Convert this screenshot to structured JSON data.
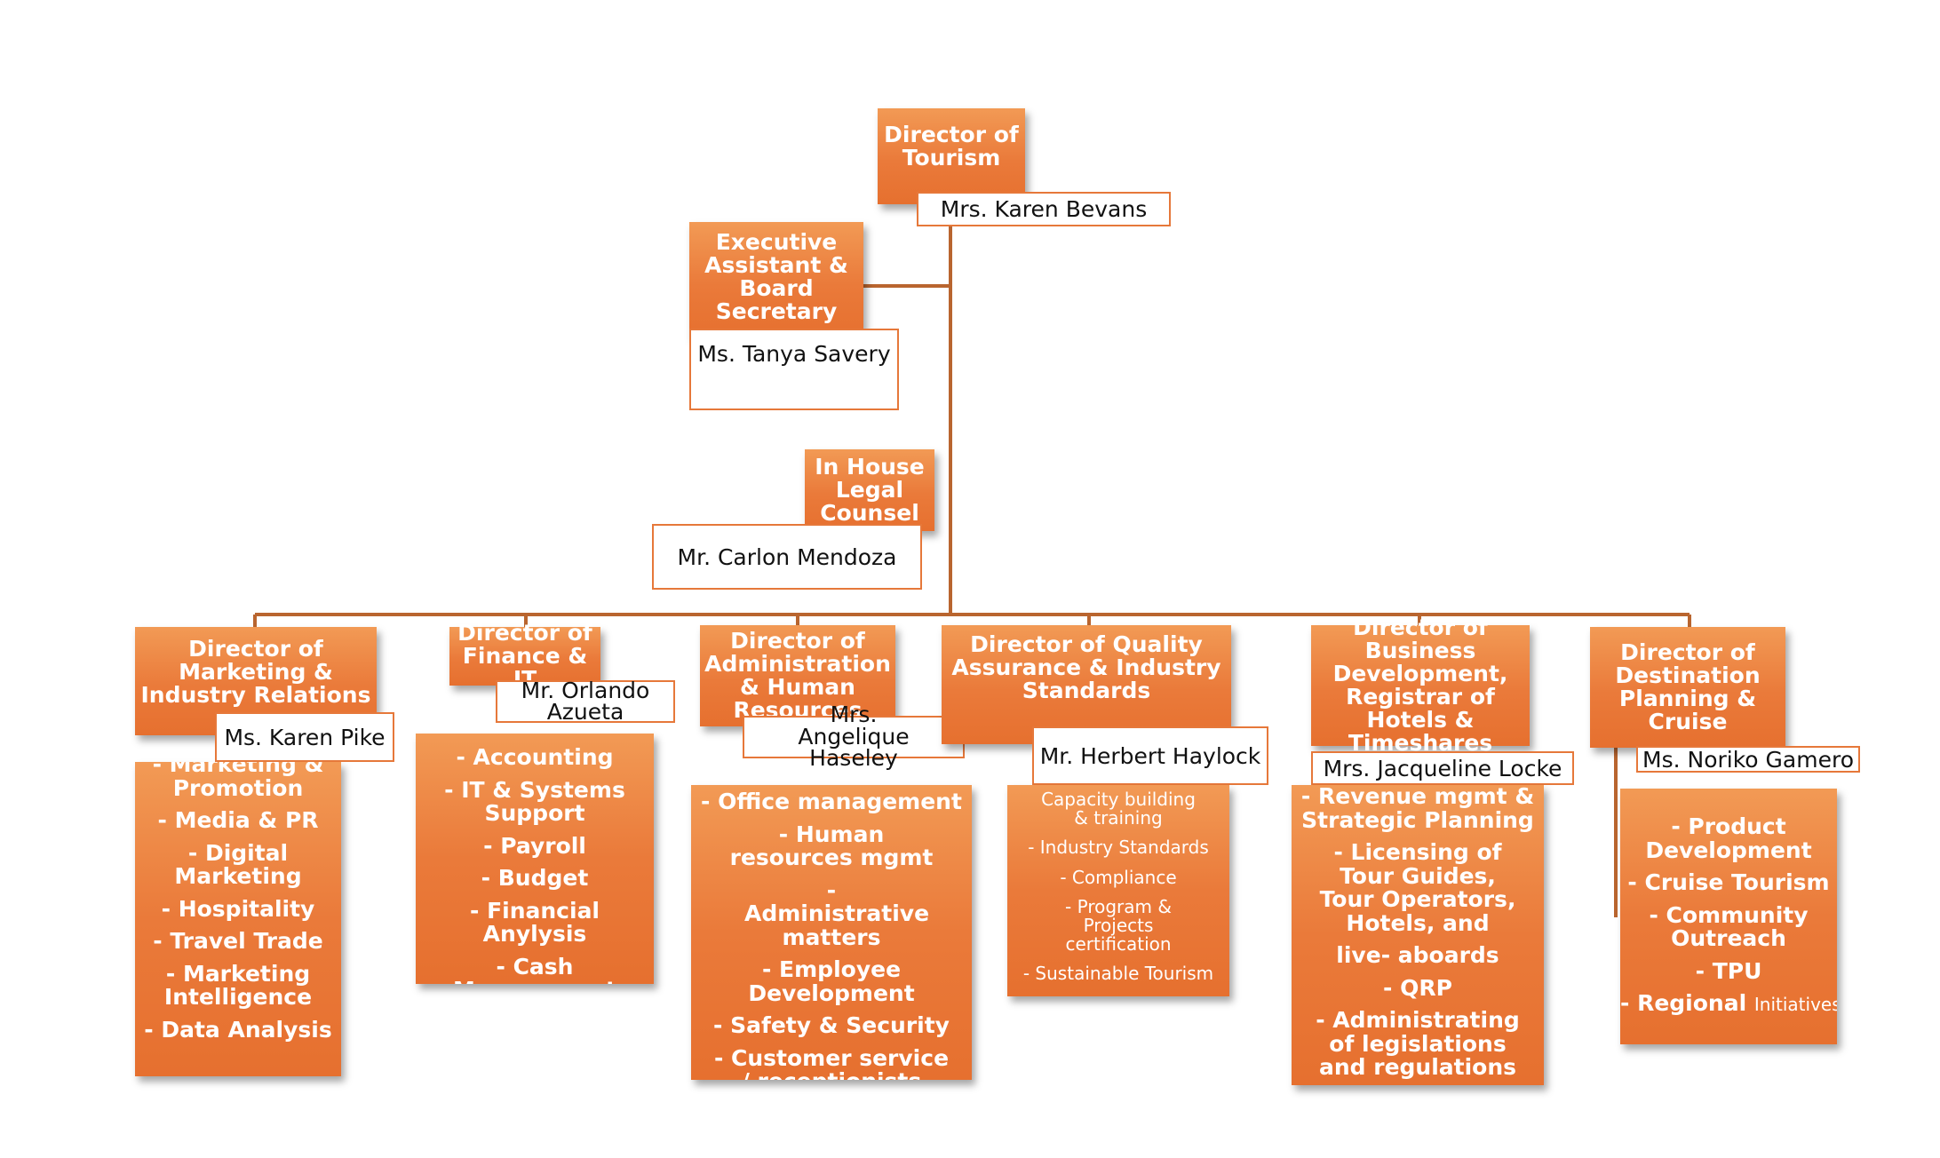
{
  "director": {
    "title": "Director of Tourism",
    "name": "Mrs. Karen Bevans"
  },
  "exec_assistant": {
    "title": "Executive Assistant & Board Secretary",
    "name": "Ms. Tanya Savery"
  },
  "legal": {
    "title": "In House Legal Counsel",
    "name": "Mr. Carlon Mendoza"
  },
  "departments": [
    {
      "title": "Director of Marketing & Industry Relations",
      "name": "Ms. Karen Pike",
      "items": [
        "- Marketing & Promotion",
        "- Media & PR",
        "- Digital Marketing",
        "- Hospitality",
        "- Travel Trade",
        "- Marketing Intelligence",
        "- Data Analysis"
      ]
    },
    {
      "title": "Director of Finance & IT",
      "name": "Mr. Orlando Azueta",
      "items": [
        "- Accounting",
        "- IT & Systems Support",
        "- Payroll",
        "- Budget",
        "- Financial Anylysis",
        "- Cash Management"
      ]
    },
    {
      "title": "Director of Administration & Human Resources",
      "name": "Mrs. Angelique Haseley",
      "items": [
        "- Office management",
        "- Human resources mgmt",
        "- Administrative matters",
        "- Employee Development",
        "- Safety & Security",
        "- Customer service / receptionists"
      ]
    },
    {
      "title": "Director of Quality Assurance & Industry Standards",
      "name": "Mr. Herbert Haylock",
      "items": [
        "Capacity building & training",
        "- Industry Standards",
        "- Compliance",
        "- Program & Projects certification",
        "- Sustainable Tourism"
      ]
    },
    {
      "title": "Director of Business Development, Registrar of Hotels & Timeshares",
      "name": "Mrs. Jacqueline Locke",
      "items": [
        "- Revenue mgmt & Strategic Planning",
        "- Licensing of Tour Guides, Tour Operators, Hotels, and",
        "live- aboards",
        "- QRP",
        "- Administrating of legislations and regulations"
      ]
    },
    {
      "title": "Director of Destination Planning & Cruise",
      "name": "Ms. Noriko Gamero",
      "items": [
        "- Product Development",
        "- Cruise Tourism",
        "- Community Outreach",
        "- TPU",
        "- Regional",
        "Initiatives"
      ]
    }
  ],
  "colors": {
    "box": "#e8763a",
    "connector": "#b9652f",
    "name_border": "#e6783a"
  }
}
